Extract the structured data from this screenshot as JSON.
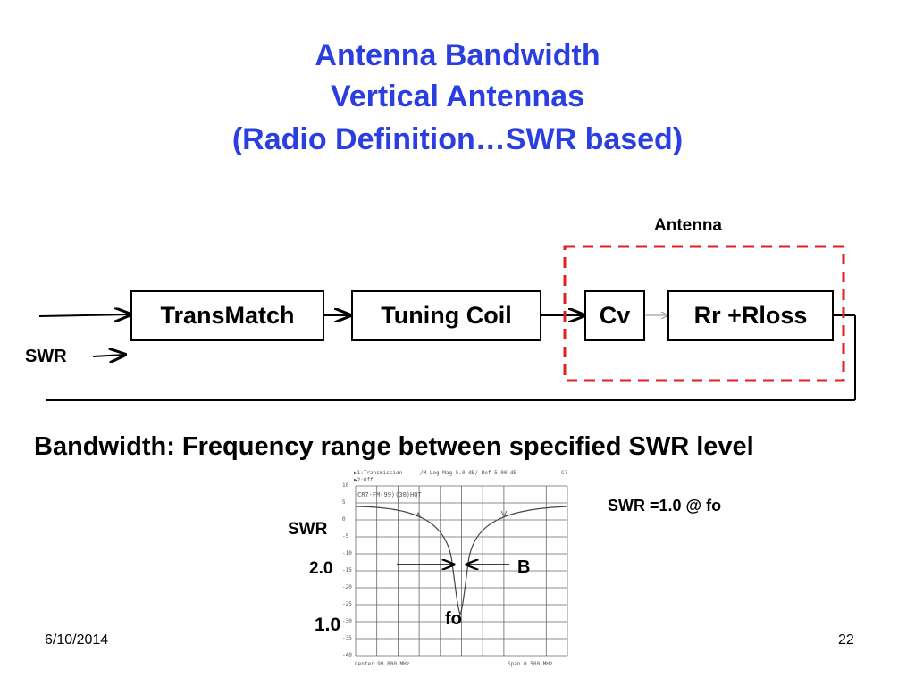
{
  "slide": {
    "title_lines": [
      "Antenna Bandwidth",
      "Vertical Antennas",
      "(Radio Definition…SWR based)"
    ],
    "date": "6/10/2014",
    "page_number": "22"
  },
  "diagram": {
    "antenna_label": "Antenna",
    "blocks": [
      "TransMatch",
      "Tuning Coil",
      "Cv",
      "Rr +Rloss"
    ],
    "swr_label": "SWR",
    "colors": {
      "antenna_box": "#e02020",
      "title": "#2b3fe0"
    }
  },
  "bandwidth": {
    "definition": "Bandwidth:  Frequency  range between specified SWR level",
    "swr_note": "SWR =1.0 @ fo",
    "axis_label": "SWR",
    "level_high": "2.0",
    "level_low": "1.0",
    "bandwidth_marker": "B",
    "center_marker": "fo"
  },
  "analyzer": {
    "header_left": "▶1:Transmission",
    "header_mid": "/M  Log Mag     5.0 dB/   Ref   5.00 dB",
    "header_right": "C?",
    "header_line2": "▶2:Off",
    "trace_tag": "CR7-FM(99)(30)HQT",
    "footer_left": "Center 99.000 MHz",
    "footer_right": "Span 0.500 MHz",
    "y_ticks": [
      "10",
      "5",
      "0",
      "-5",
      "-10",
      "-15",
      "-20",
      "-25",
      "-30",
      "-35",
      "-40"
    ]
  }
}
